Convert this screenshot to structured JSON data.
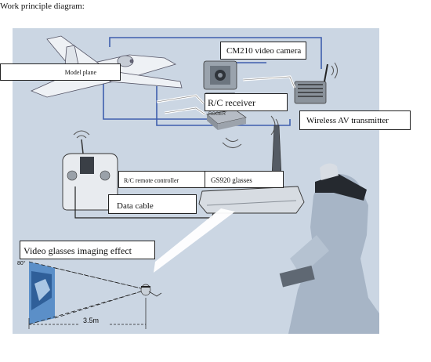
{
  "page": {
    "title": "Work principle diagram:"
  },
  "labels": {
    "model_plane": "Model plane",
    "camera": "CM210 video camera",
    "receiver": "R/C receiver",
    "transmitter": "Wireless AV transmitter",
    "remote": "R/C remote controller",
    "glasses": "GS920 glasses",
    "cable": "Data cable",
    "effect": "Video glasses imaging effect",
    "angle": "80°",
    "distance": "3.5m",
    "receiver_stamp": "ROGER"
  },
  "colors": {
    "panel": "#cbd6e3",
    "wire_blue": "#3f5fae",
    "label_border": "#222222"
  }
}
